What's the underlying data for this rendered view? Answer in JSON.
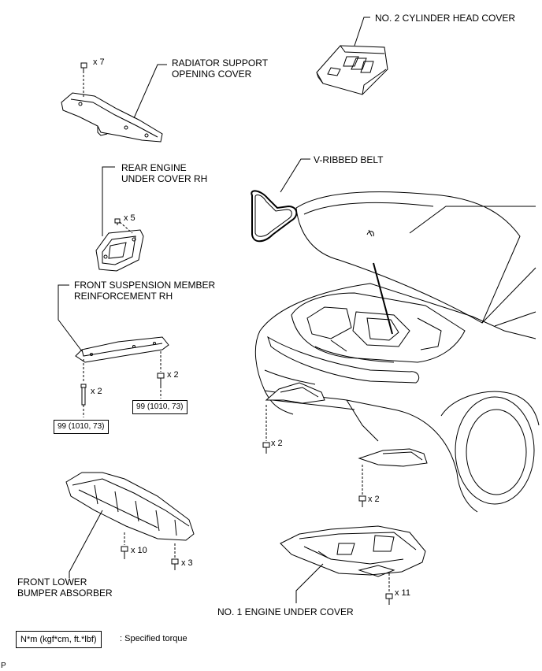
{
  "labels": {
    "cylinder_head_cover": "NO. 2 CYLINDER HEAD COVER",
    "radiator_cover_l1": "RADIATOR SUPPORT",
    "radiator_cover_l2": "OPENING COVER",
    "rear_under_cover_l1": "REAR ENGINE",
    "rear_under_cover_l2": "UNDER COVER RH",
    "v_ribbed_belt": "V-RIBBED BELT",
    "front_susp_l1": "FRONT SUSPENSION MEMBER",
    "front_susp_l2": "REINFORCEMENT RH",
    "bumper_absorber_l1": "FRONT LOWER",
    "bumper_absorber_l2": "BUMPER ABSORBER",
    "engine_under_cover": "NO. 1 ENGINE UNDER COVER"
  },
  "quantities": {
    "q_x7": "x 7",
    "q_x5": "x 5",
    "q_x2_susp_left": "x 2",
    "q_x2_susp_right": "x 2",
    "q_x2_car_left": "x 2",
    "q_x2_car_right": "x 2",
    "q_x10": "x 10",
    "q_x3": "x 3",
    "q_x11": "x 11"
  },
  "torque": {
    "left": "99 (1010, 73)",
    "right": "99 (1010, 73)"
  },
  "legend": {
    "box": "N*m (kgf*cm, ft.*lbf)",
    "text": ": Specified torque"
  },
  "page_mark": "P",
  "colors": {
    "line": "#000000",
    "background": "#ffffff"
  }
}
